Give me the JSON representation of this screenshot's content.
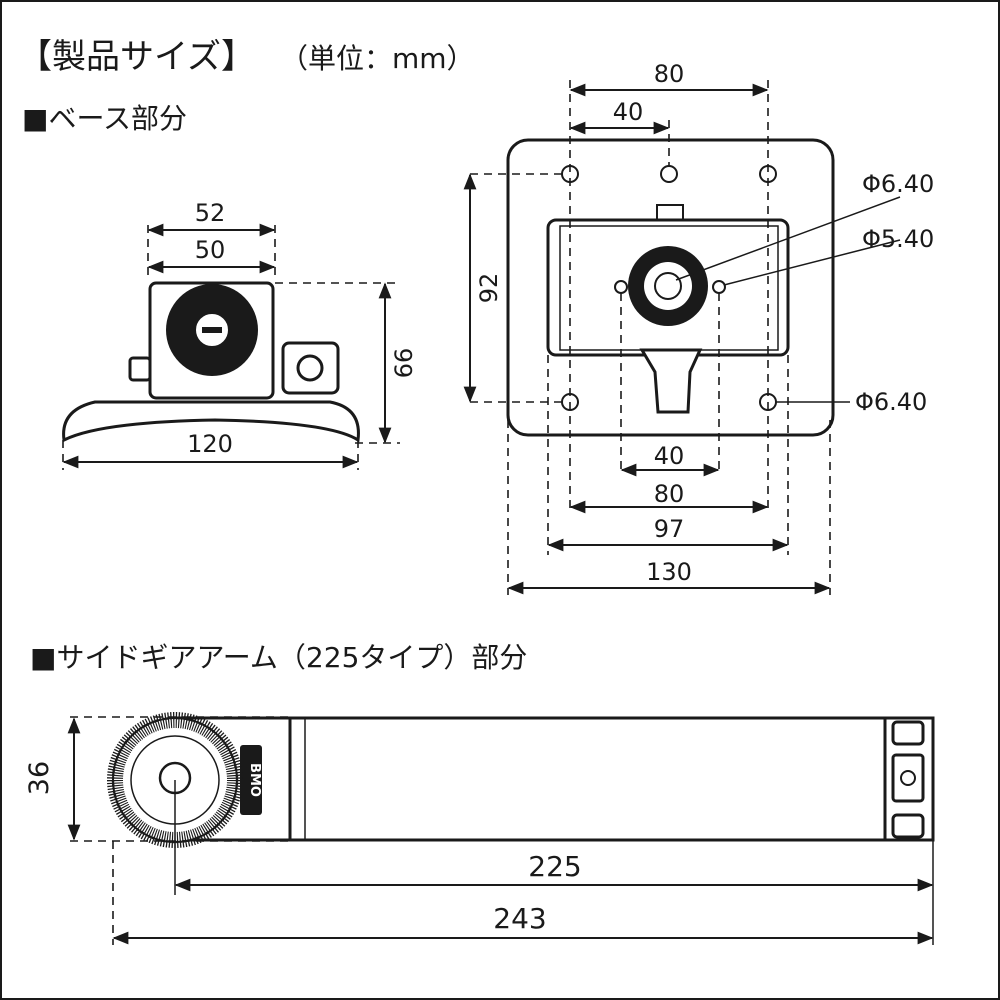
{
  "headings": {
    "title": "【製品サイズ】",
    "unit": "（単位：mm）",
    "base_section": "■ベース部分",
    "arm_section": "■サイドギアアーム（225タイプ）部分"
  },
  "base_side_view": {
    "width_top": "52",
    "width_inner": "50",
    "height": "66",
    "base_length": "120"
  },
  "base_top_view": {
    "top_outer": "80",
    "top_inner": "40",
    "height": "92",
    "hole_large_top": "Φ6.40",
    "hole_small": "Φ5.40",
    "hole_large_bottom": "Φ6.40",
    "bottom_40": "40",
    "bottom_80": "80",
    "bottom_97": "97",
    "bottom_130": "130"
  },
  "arm_view": {
    "height": "36",
    "length_inner": "225",
    "length_total": "243",
    "logo": "BMO"
  }
}
